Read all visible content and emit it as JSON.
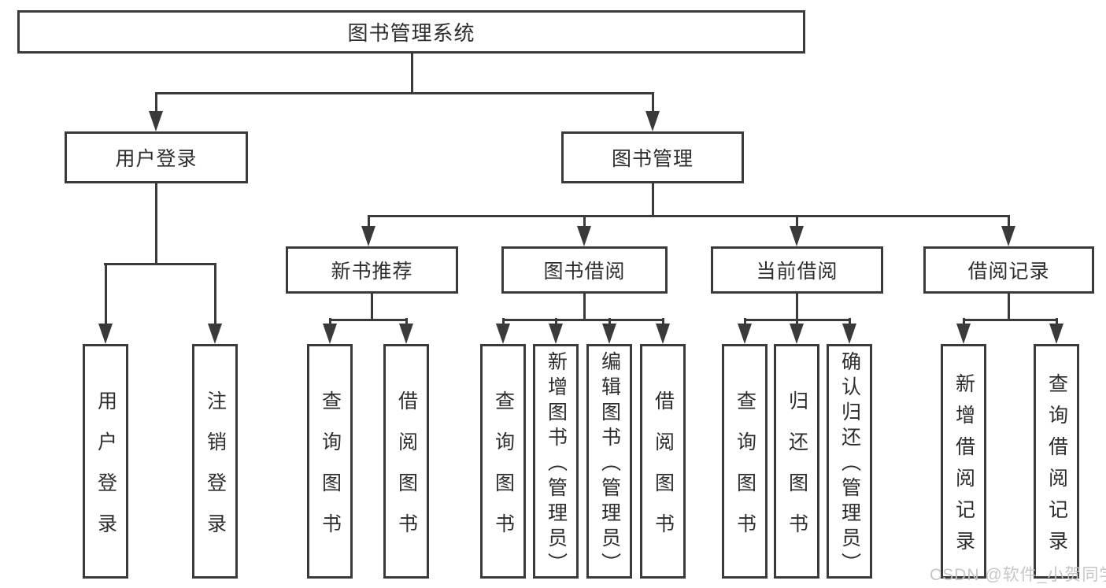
{
  "root": {
    "label": "图书管理系统"
  },
  "level2": [
    {
      "label": "用户登录"
    },
    {
      "label": "图书管理"
    }
  ],
  "level3": [
    {
      "label": "新书推荐"
    },
    {
      "label": "图书借阅"
    },
    {
      "label": "当前借阅"
    },
    {
      "label": "借阅记录"
    }
  ],
  "groups": [
    {
      "items": [
        "用户登录",
        "注销登录"
      ]
    },
    {
      "items": [
        "查询图书",
        "借阅图书"
      ]
    },
    {
      "items": [
        "查询图书",
        "新增图书（管理员）",
        "编辑图书（管理员）",
        "借阅图书"
      ]
    },
    {
      "items": [
        "查询图书",
        "归还图书",
        "确认归还（管理员）"
      ]
    },
    {
      "items": [
        "新增借阅记录",
        "查询借阅记录"
      ]
    }
  ],
  "watermark": {
    "text": "CSDN @软件_小贺同学"
  },
  "colors": {
    "line": "#3A3A3A",
    "text": "#2D2D2D",
    "box_background": "#FFFFFF",
    "page_background": "#FFFFFF",
    "watermark": "#C3C3C3"
  }
}
